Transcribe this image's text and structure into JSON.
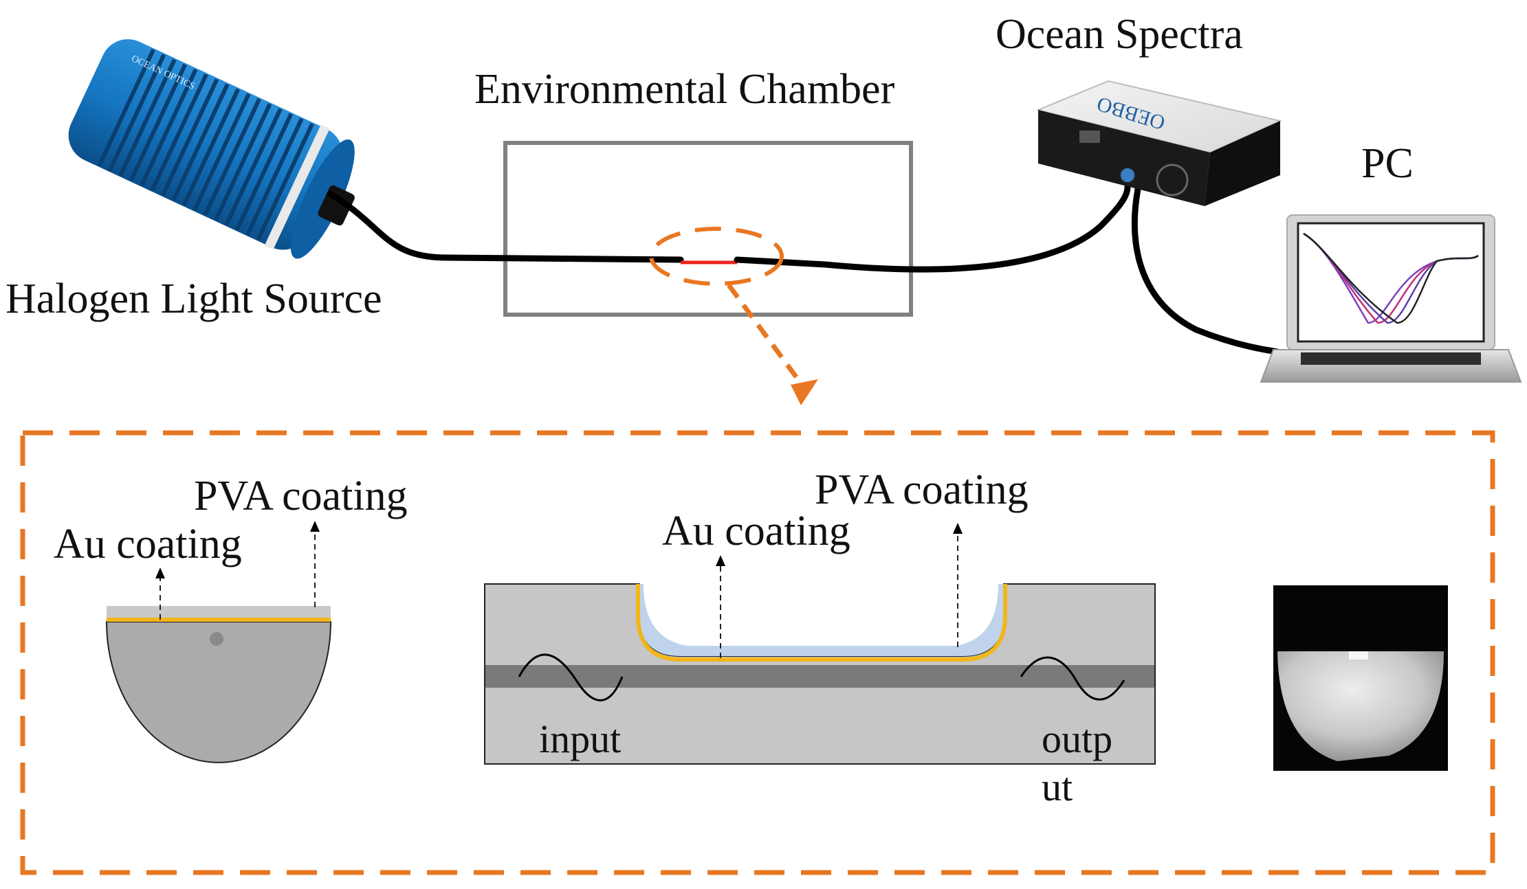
{
  "labels": {
    "light_source": "Halogen Light Source",
    "chamber": "Environmental Chamber",
    "spectrometer": "Ocean Spectra",
    "pc": "PC",
    "cross_section_pva": "PVA coating",
    "cross_section_au": "Au coating",
    "side_view_pva": "PVA coating",
    "side_view_au": "Au coating",
    "input": "input",
    "output_line1": "outp",
    "output_line2": "ut",
    "spectrometer_brand": "OEBBO",
    "light_brand": "OCEAN OPTICS"
  },
  "colors": {
    "accent_orange": "#E87722",
    "light_source_blue": "#1576C2",
    "fiber": "#000000",
    "sensing_region": "#E8231B",
    "au_coating": "#F2B619",
    "pva_coating": "#BFD3EC",
    "substrate_light": "#C8C8C8",
    "core_dark": "#7A7A7A",
    "chamber_border": "#808080",
    "spectrum_purple": "#7B3FBF",
    "spectrum_magenta": "#C2307A"
  },
  "spectra_screen": {
    "series_count": 4
  }
}
